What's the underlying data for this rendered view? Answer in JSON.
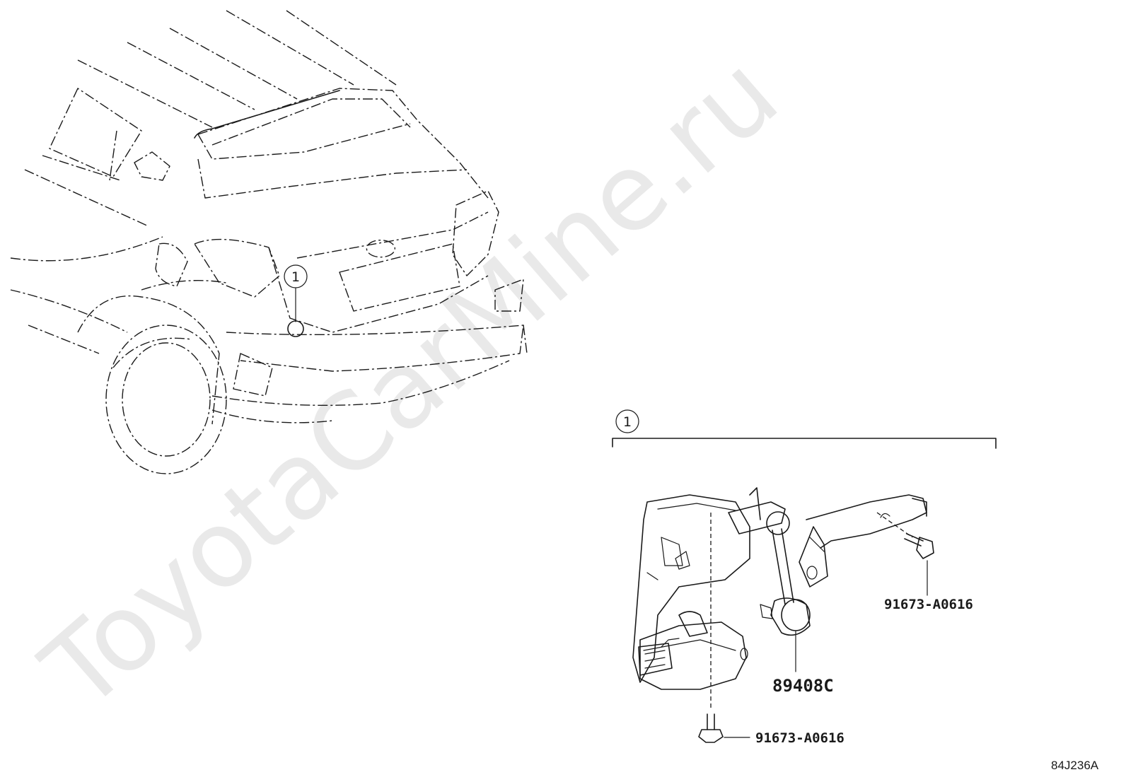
{
  "watermark": "ToyotaCarMine.ru",
  "callouts": {
    "vehicle_marker": "1",
    "group_marker": "1"
  },
  "parts": {
    "bolt_upper": "91673-A0616",
    "sensor": "89408C",
    "bolt_lower": "91673-A0616"
  },
  "figure_code": "84J236A"
}
